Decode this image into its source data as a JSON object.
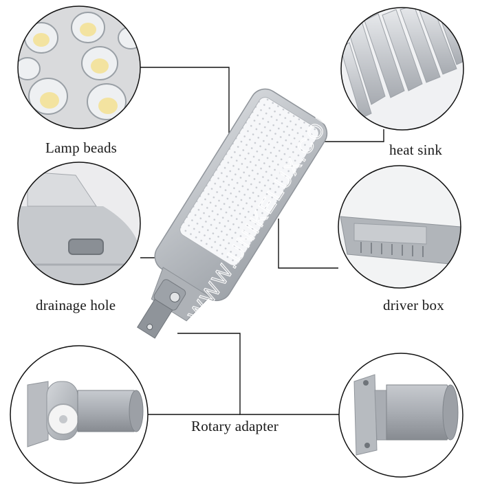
{
  "labels": {
    "lamp_beads": "Lamp beads",
    "heat_sink": "heat sink",
    "drainage_hole": "drainage hole",
    "driver_box": "driver box",
    "rotary_adapter": "Rotary adapter"
  },
  "watermark": "WWW.UNIKELUX.COM",
  "colors": {
    "housing": "#b8bcc1",
    "housing_dark": "#8e9399",
    "panel": "#f4f6f8",
    "led_dot": "#c9ccd2",
    "line": "#111111",
    "circle_border": "#111111",
    "warm_led": "#f3e3a0"
  }
}
